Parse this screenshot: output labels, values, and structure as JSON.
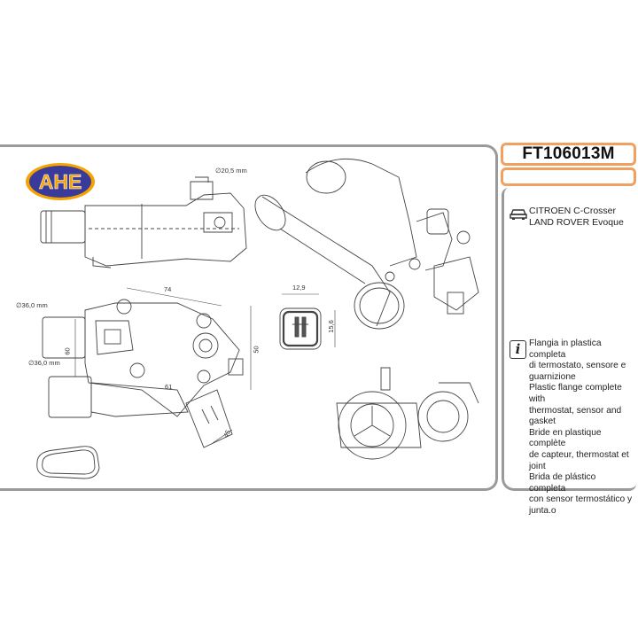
{
  "brand": {
    "logo_text": "AHE",
    "colors": {
      "logo_fill": "#3a3a9a",
      "logo_outer": "#f5a300",
      "accent_border": "#f0a060",
      "panel_border": "#9a9a9a"
    }
  },
  "part": {
    "code": "FT106013M",
    "subcode": ""
  },
  "vehicles": {
    "line1": "CITROEN  C-Crosser",
    "line2": "LAND ROVER Evoque",
    "icon": "car-icon"
  },
  "description": {
    "icon": "info-icon",
    "lines": [
      "Flangia in plastica completa",
      "di termostato, sensore e",
      "guarnizione",
      "Plastic flange complete with",
      "thermostat, sensor and",
      "gasket",
      "Bride en plastique complète",
      "de capteur, thermostat et",
      "joint",
      "Brida de plástico completa",
      "con sensor termostático y",
      "junta.o"
    ]
  },
  "dimensions": {
    "d1": "∅20,5 mm",
    "d2": "∅36,0 mm",
    "d3": "∅36,0 mm",
    "w74": "74",
    "h60": "60",
    "h50": "50",
    "w61": "61",
    "w45": "45",
    "c129": "12,9",
    "c156": "15,6"
  }
}
